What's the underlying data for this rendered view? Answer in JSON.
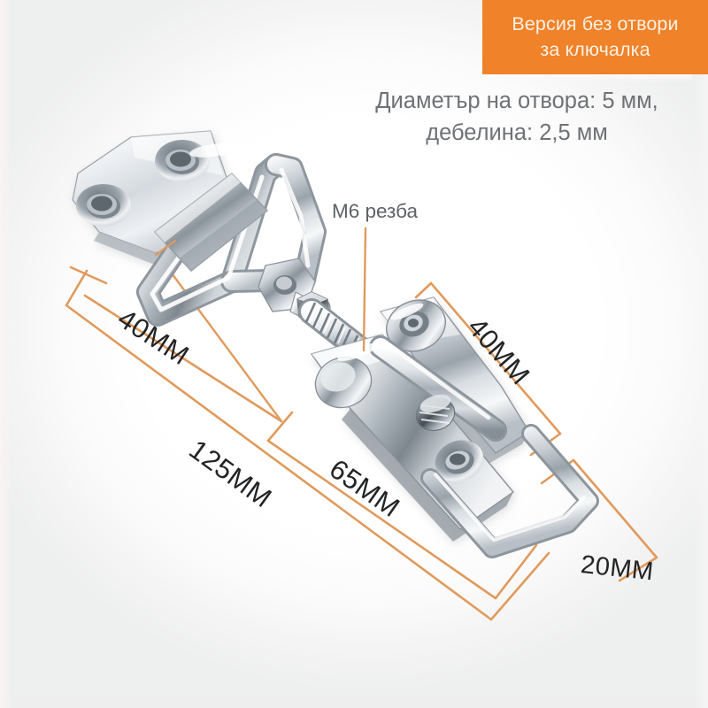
{
  "banner": {
    "text": "Версия без отвори\nза ключалка",
    "bg_color": "#f08229",
    "text_color": "#fdf1e6"
  },
  "description": {
    "text": "Диаметър на отвора: 5 мм, дебелина: 2,5 мм",
    "color": "#6e7275"
  },
  "callouts": {
    "thread": {
      "label": "M6 резба",
      "color": "#5e6265"
    }
  },
  "dimensions": {
    "line_color": "#e09a5c",
    "text_color": "#222426",
    "items": [
      {
        "id": "loop-length",
        "label": "40MM",
        "name": "dimension-40mm-left"
      },
      {
        "id": "overall",
        "label": "125MM",
        "name": "dimension-125mm-overall"
      },
      {
        "id": "body-length",
        "label": "65MM",
        "name": "dimension-65mm-body"
      },
      {
        "id": "latch-length",
        "label": "40MM",
        "name": "dimension-40mm-right"
      },
      {
        "id": "width",
        "label": "20MM",
        "name": "dimension-20mm-width"
      }
    ]
  },
  "product": {
    "name": "stainless-steel-toggle-latch",
    "finish_color": "#c9ced3"
  }
}
